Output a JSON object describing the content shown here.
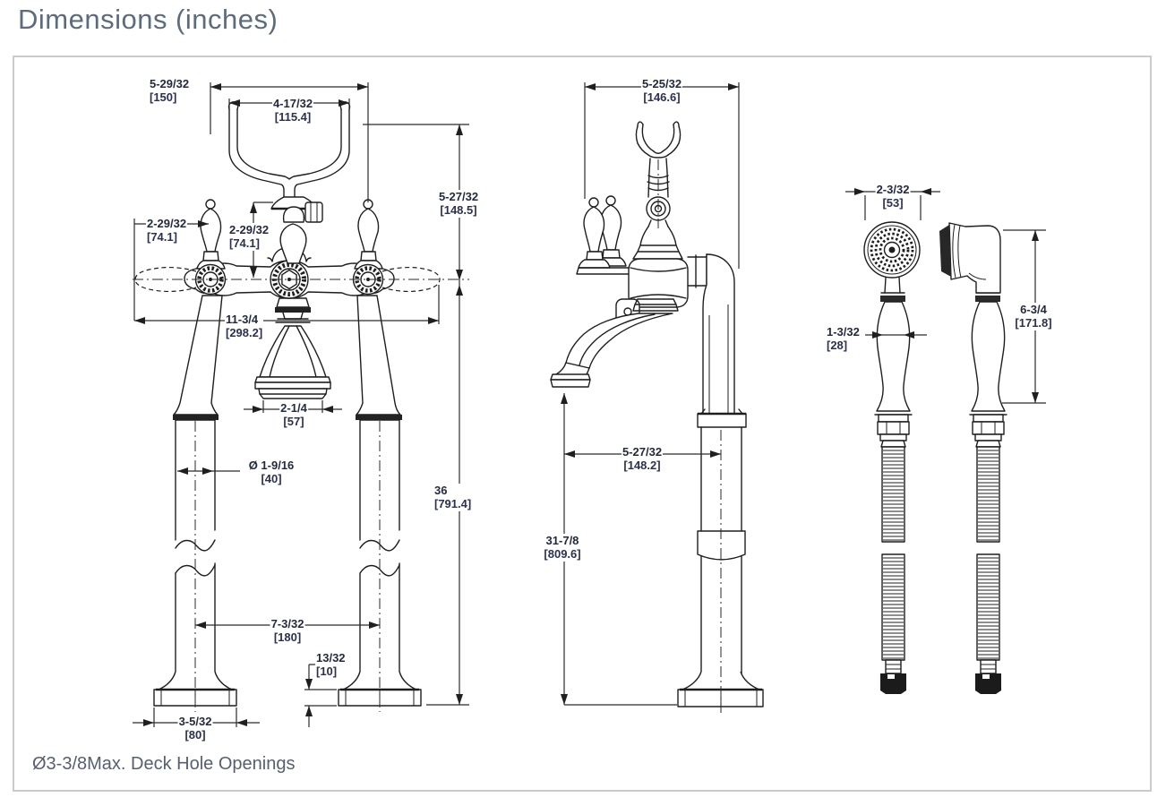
{
  "page": {
    "title": "Dimensions (inches)",
    "footnote": "Ø3-3/8Max. Deck Hole Openings"
  },
  "dims": {
    "fv_spread": {
      "in": "5-29/32",
      "mm": "[150]"
    },
    "fv_cradle_width": {
      "in": "4-17/32",
      "mm": "[115.4]"
    },
    "fv_cradle_height": {
      "in": "5-27/32",
      "mm": "[148.5]"
    },
    "fv_handle_left": {
      "in": "2-29/32",
      "mm": "[74.1]"
    },
    "fv_handle_center": {
      "in": "2-29/32",
      "mm": "[74.1]"
    },
    "fv_width": {
      "in": "11-3/4",
      "mm": "[298.2]"
    },
    "fv_spout_width": {
      "in": "2-1/4",
      "mm": "[57]"
    },
    "fv_leg_diameter": {
      "in": "Ø 1-9/16",
      "mm": "[40]"
    },
    "fv_height": {
      "in": "36",
      "mm": "[791.4]"
    },
    "fv_leg_spacing": {
      "in": "7-3/32",
      "mm": "[180]"
    },
    "fv_base_height": {
      "in": "13/32",
      "mm": "[10]"
    },
    "fv_base_width": {
      "in": "3-5/32",
      "mm": "[80]"
    },
    "sv_width": {
      "in": "5-25/32",
      "mm": "[146.6]"
    },
    "sv_spout_reach": {
      "in": "5-27/32",
      "mm": "[148.2]"
    },
    "sv_height": {
      "in": "31-7/8",
      "mm": "[809.6]"
    },
    "hs_head_width": {
      "in": "2-3/32",
      "mm": "[53]"
    },
    "hs_handle_width": {
      "in": "1-3/32",
      "mm": "[28]"
    },
    "hs_length": {
      "in": "6-3/4",
      "mm": "[171.8]"
    }
  }
}
